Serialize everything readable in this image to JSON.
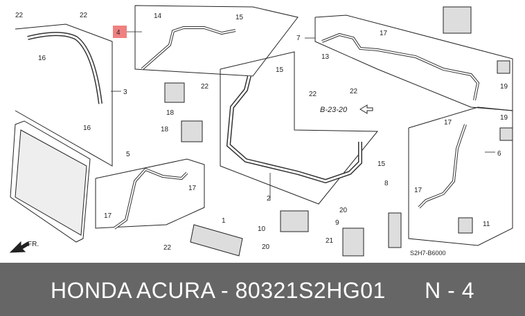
{
  "footer": {
    "brand": "HONDA ACURA",
    "part_number": "80321S2HG01",
    "position": "N - 4",
    "full_text": "HONDA ACURA - 80321S2HG01      N - 4"
  },
  "diagram": {
    "code": "S2H7-B6000",
    "reference": "B-23-20",
    "front_label": "FR.",
    "highlight": {
      "label": "4",
      "color": "#f08080"
    },
    "callouts": [
      "22",
      "22",
      "16",
      "3",
      "16",
      "4",
      "14",
      "15",
      "22",
      "18",
      "18",
      "15",
      "7",
      "17",
      "13",
      "22",
      "22",
      "19",
      "19",
      "17",
      "6",
      "5",
      "17",
      "17",
      "22",
      "1",
      "2",
      "15",
      "8",
      "20",
      "17",
      "10",
      "20",
      "9",
      "21",
      "11"
    ]
  }
}
